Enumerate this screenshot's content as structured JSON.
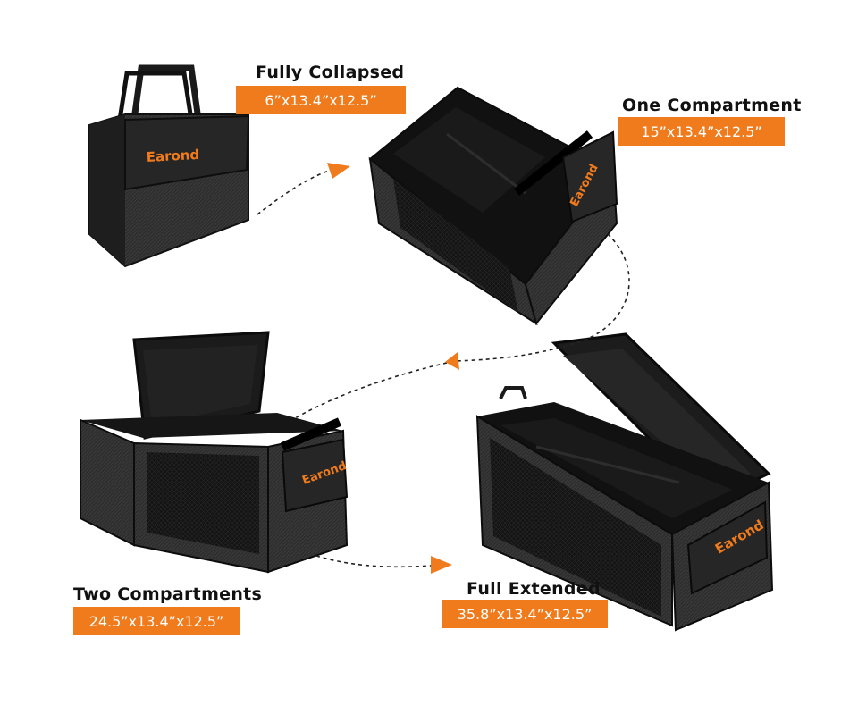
{
  "stages": [
    {
      "title": "Fully Collapsed",
      "dimensions": "6”x13.4”x12.5”"
    },
    {
      "title": "One Compartment",
      "dimensions": "15”x13.4”x12.5”"
    },
    {
      "title": "Two Compartments",
      "dimensions": "24.5”x13.4”x12.5”"
    },
    {
      "title": "Full Extended",
      "dimensions": "35.8”x13.4”x12.5”"
    }
  ],
  "brand": "Earond",
  "colors": {
    "accent": "#f07b1d",
    "bag": "#2b2b2b",
    "bag_dark": "#151515"
  }
}
